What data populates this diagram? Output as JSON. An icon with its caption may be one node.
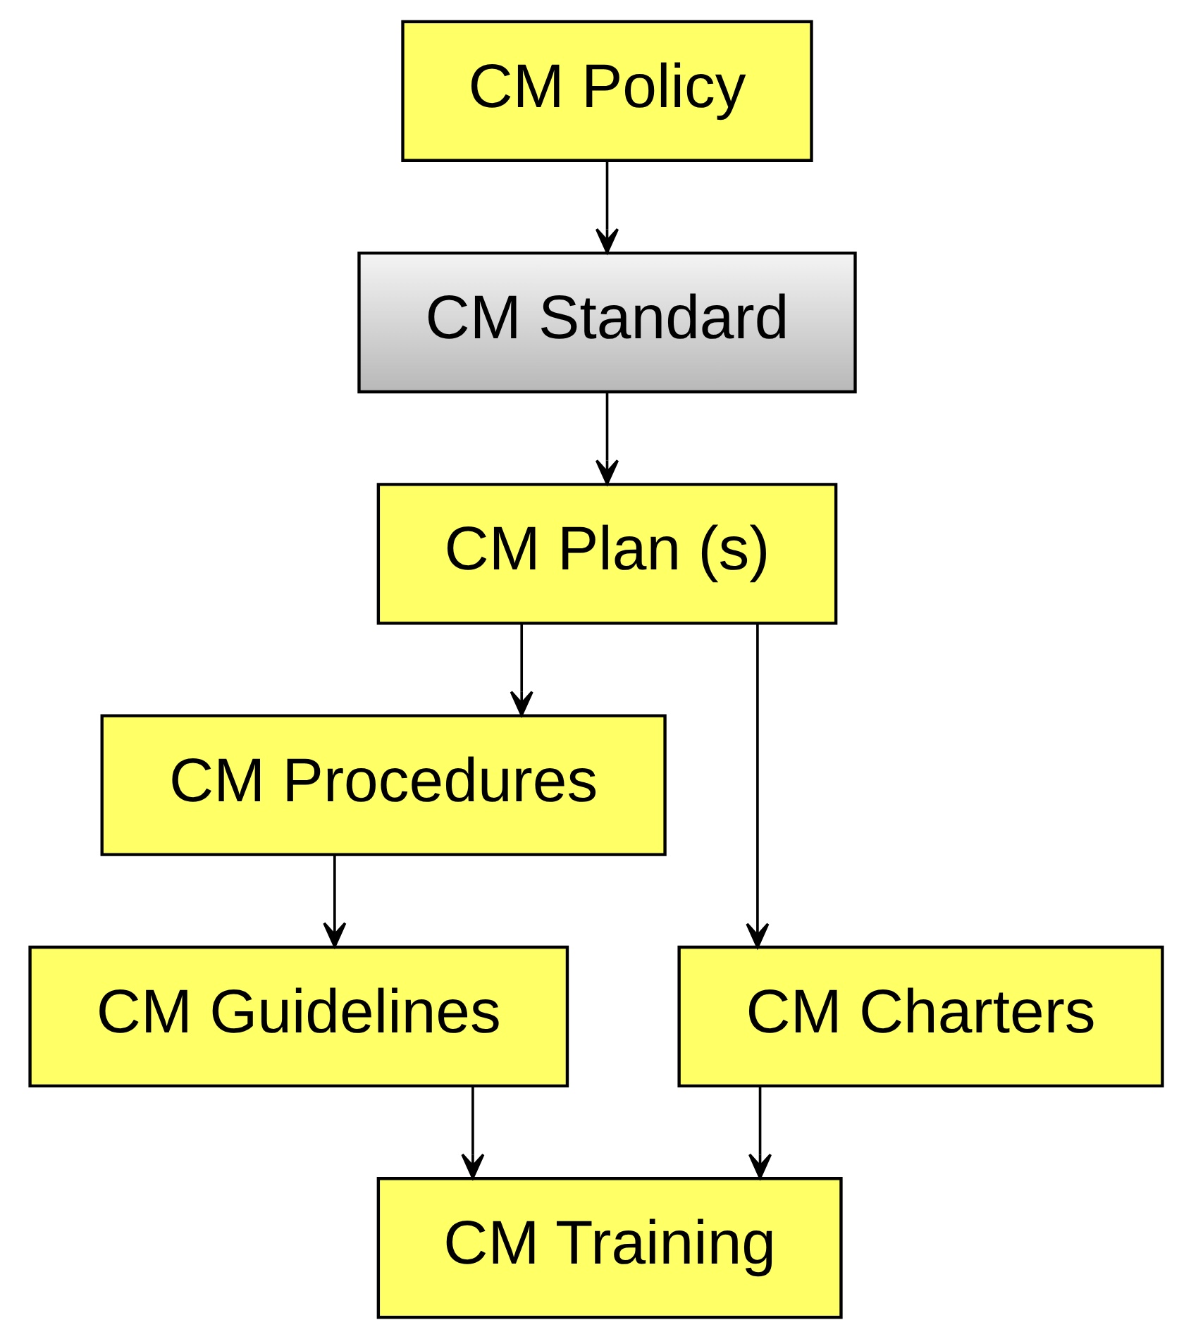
{
  "diagram": {
    "nodes": [
      {
        "text": [
          "CM Policy"
        ]
      },
      {
        "text": [
          "CM Standard"
        ]
      },
      {
        "text": [
          "CM Plan (s)"
        ]
      },
      {
        "text": [
          "CM Procedures"
        ]
      },
      {
        "text": [
          "CM Charters"
        ]
      },
      {
        "text": [
          "CM Guidelines"
        ]
      },
      {
        "text": [
          "CM Training"
        ]
      }
    ],
    "edges": [
      {
        "from": 0,
        "to": 1,
        "arrow": "to"
      },
      {
        "from": 1,
        "to": 2,
        "arrow": "to"
      },
      {
        "from": 2,
        "to": 3,
        "arrow": "to"
      },
      {
        "from": 2,
        "to": 4,
        "arrow": "to"
      },
      {
        "from": 3,
        "to": 5,
        "arrow": "to"
      },
      {
        "from": 5,
        "to": 6,
        "arrow": "to"
      },
      {
        "from": 4,
        "to": 6,
        "arrow": "to"
      }
    ]
  }
}
